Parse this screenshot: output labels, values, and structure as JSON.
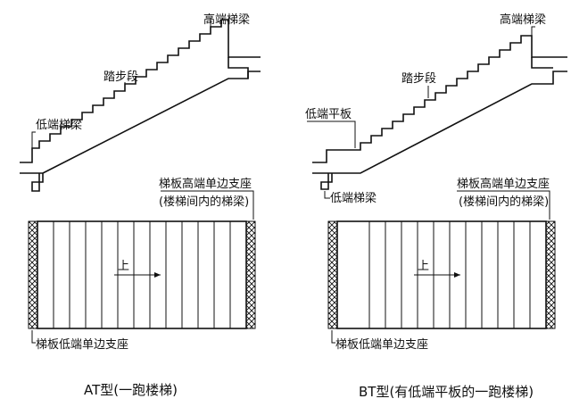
{
  "at": {
    "label_high_beam": "高端梯梁",
    "label_flight": "踏步段",
    "label_low_beam": "低端梯梁",
    "label_support_high_1": "梯板高端单边支座",
    "label_support_high_2": "(楼梯间内的梯梁)",
    "label_up": "上",
    "label_support_low": "梯板低端单边支座",
    "caption": "AT型(一跑楼梯)"
  },
  "bt": {
    "label_high_beam": "高端梯梁",
    "label_flight": "踏步段",
    "label_low_slab": "低端平板",
    "label_low_beam": "低端梯梁",
    "label_support_high_1": "梯板高端单边支座",
    "label_support_high_2": "(楼梯间内的梯梁)",
    "label_up": "上",
    "label_support_low": "梯板低端单边支座",
    "caption": "BT型(有低端平板的一跑楼梯)"
  }
}
